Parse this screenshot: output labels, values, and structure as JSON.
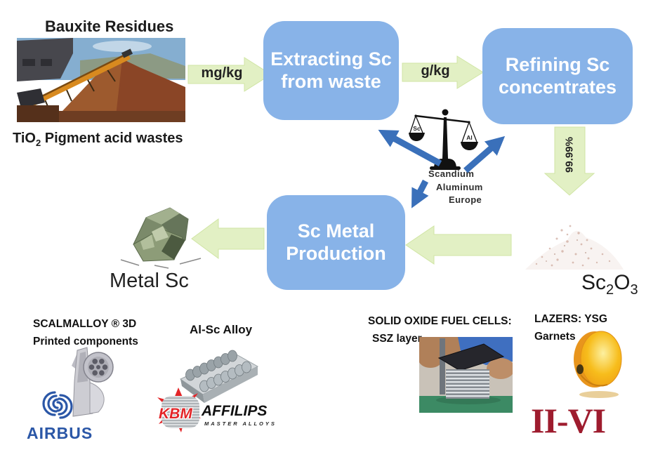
{
  "source": {
    "title": "Bauxite Residues",
    "caption": {
      "prefix": "TiO",
      "sub": "2",
      "rest": " Pigment acid wastes"
    }
  },
  "flow_arrows": {
    "mg_kg": "mg/kg",
    "g_kg": "g/kg",
    "purity": "99.99%"
  },
  "process_boxes": {
    "extracting": {
      "line1": "Extracting Sc",
      "line2": "from waste"
    },
    "refining": {
      "line1": "Refining Sc",
      "line2": "concentrates"
    },
    "production": {
      "line1": "Sc Metal",
      "line2": "Production"
    }
  },
  "scale": {
    "left_pan_label": "Sc",
    "right_pan_label": "Al",
    "org": {
      "line1": "Scandium",
      "line2": "Aluminum",
      "line3": "Europe"
    }
  },
  "products": {
    "oxide": {
      "el1": "Sc",
      "sub1": "2",
      "el2": "O",
      "sub2": "3"
    },
    "metal": "Metal Sc"
  },
  "applications": {
    "scalmalloy": {
      "line1": "SCALMALLOY ® 3D",
      "line2": "Printed components",
      "logo": "AIRBUS"
    },
    "alloy": {
      "title": "Al-Sc Alloy",
      "logo_kbm": "KBM",
      "logo_affilips": "AFFILIPS",
      "logo_sub": "MASTER ALLOYS"
    },
    "fuel_cells": {
      "line1": "SOLID OXIDE FUEL CELLS:",
      "line2": "SSZ layer"
    },
    "lasers": {
      "line1": "LAZERS: YSG",
      "line2": "Garnets",
      "logo": "II-VI"
    }
  },
  "colors": {
    "process_box_blue": "#88b3e8",
    "green_arrow": "#e2f0c4",
    "blue_arrow": "#3a70ba",
    "airbus_blue": "#2b57a7",
    "kbm_red": "#e32528",
    "iivi_red": "#9e1c2e"
  }
}
